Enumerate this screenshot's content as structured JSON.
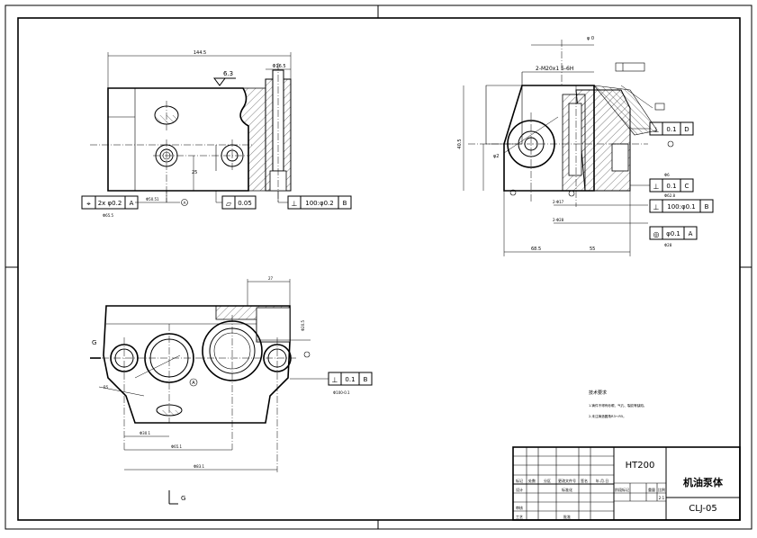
{
  "title_block": {
    "material": "HT200",
    "part_name": "机油泵体",
    "drawing_no": "CLJ-05",
    "scale": "2:1",
    "row_labels": [
      "标记",
      "处数",
      "分区",
      "更改文件号",
      "签名",
      "年.月.日"
    ],
    "left_labels": [
      "设计",
      "审核",
      "工艺"
    ],
    "std_label": "标准化",
    "approve_label": "批准",
    "stage_labels": [
      "阶段标记",
      "重量",
      "比例"
    ]
  },
  "tech_notes": {
    "heading": "技术要求",
    "lines": [
      "1.铸件不得有砂眼、气孔、裂纹等缺陷。",
      "2.未注铸造圆角R3～R5。"
    ]
  },
  "tolerance_frames": [
    {
      "symbol": "⌖",
      "value": "2x φ0.2",
      "datum": "A"
    },
    {
      "symbol": "▱",
      "value": "0.05",
      "datum": ""
    },
    {
      "symbol": "⊥",
      "value": "100:φ0.2",
      "datum": "B"
    },
    {
      "symbol": "⊥",
      "value": "0.1",
      "datum": "D"
    },
    {
      "symbol": "⊥",
      "value": "0.1",
      "datum": "C"
    },
    {
      "symbol": "⊥",
      "value": "100:φ0.1",
      "datum": "B"
    },
    {
      "symbol": "◎",
      "value": "φ0.1",
      "datum": "A"
    },
    {
      "symbol": "⊥",
      "value": "0.1",
      "datum": "B"
    }
  ],
  "labels": {
    "surface_finish": "6.3",
    "thread_callout": "2-M20x1 5-6H",
    "section_label": "G",
    "view_label": "G",
    "datum_a": "A",
    "dim_top": "φ 0",
    "dim_h": "25",
    "dim_fig": "φ2"
  }
}
